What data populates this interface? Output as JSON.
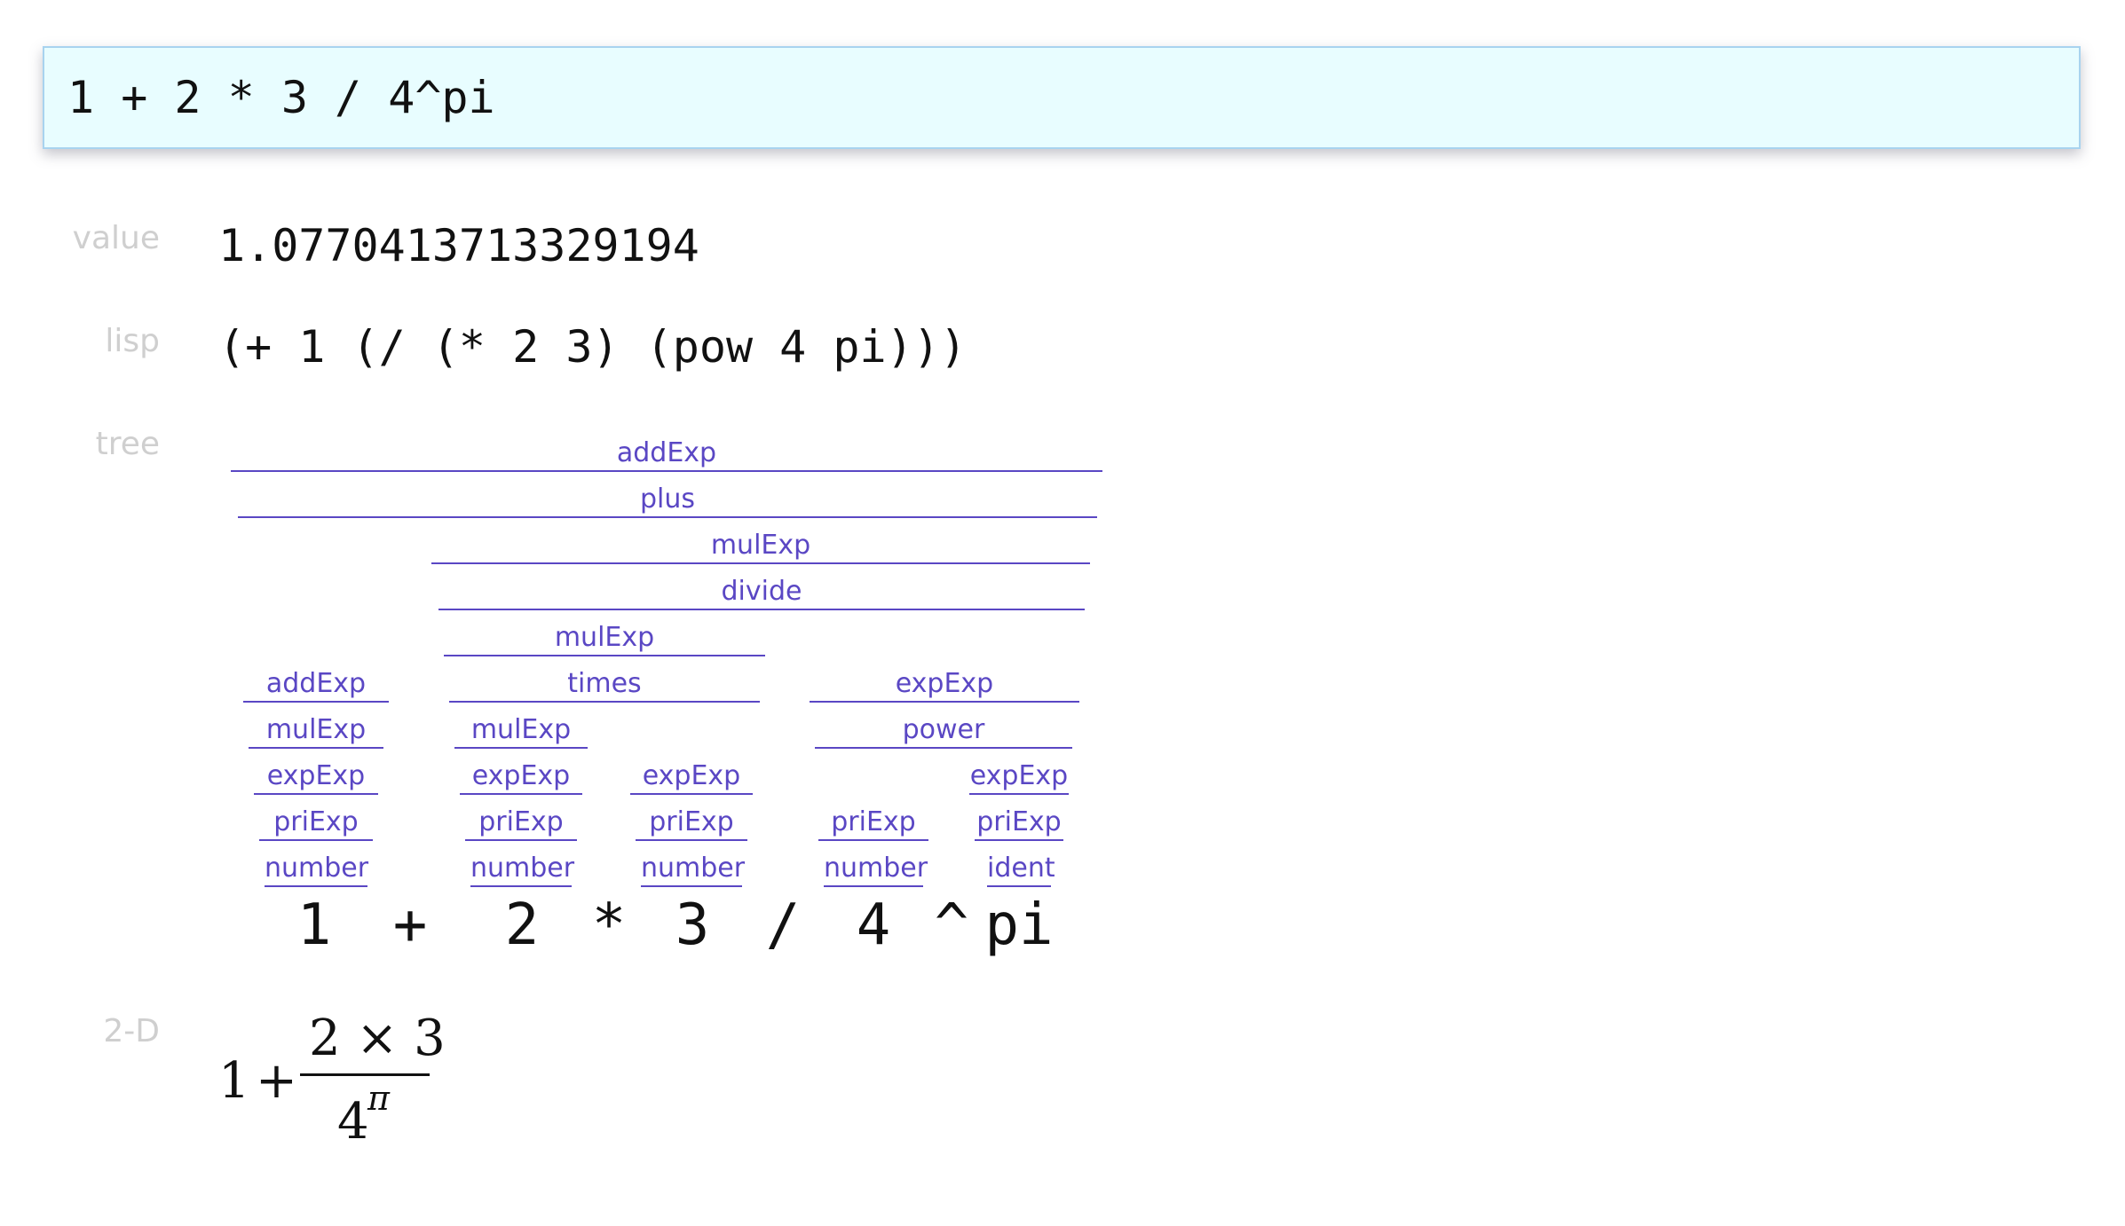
{
  "input": {
    "value": "1 + 2 * 3 / 4^pi"
  },
  "labels": {
    "value": "value",
    "lisp": "lisp",
    "tree": "tree",
    "twod": "2-D"
  },
  "value": "1.0770413713329194",
  "lisp": "(+ 1 (/ (* 2 3) (pow 4 pi)))",
  "tree": {
    "nodes": [
      "addExp",
      "plus",
      "mulExp",
      "divide",
      "mulExp",
      "times",
      "expExp",
      "power",
      "addExp",
      "mulExp",
      "expExp",
      "priExp",
      "number",
      "mulExp",
      "expExp",
      "priExp",
      "number",
      "expExp",
      "priExp",
      "number",
      "priExp",
      "number",
      "expExp",
      "priExp",
      "ident"
    ],
    "tokens": [
      "1",
      "+",
      "2",
      "*",
      "3",
      "/",
      "4",
      "^",
      "pi"
    ]
  },
  "math2d": {
    "one": "1",
    "plus": "+",
    "numerator": "2 × 3",
    "base": "4",
    "exponent": "π"
  },
  "colors": {
    "tree_node": "#5a47c4",
    "label": "#cfcfcf",
    "input_background": "#e8fdff",
    "input_border": "#a8d3ef"
  }
}
